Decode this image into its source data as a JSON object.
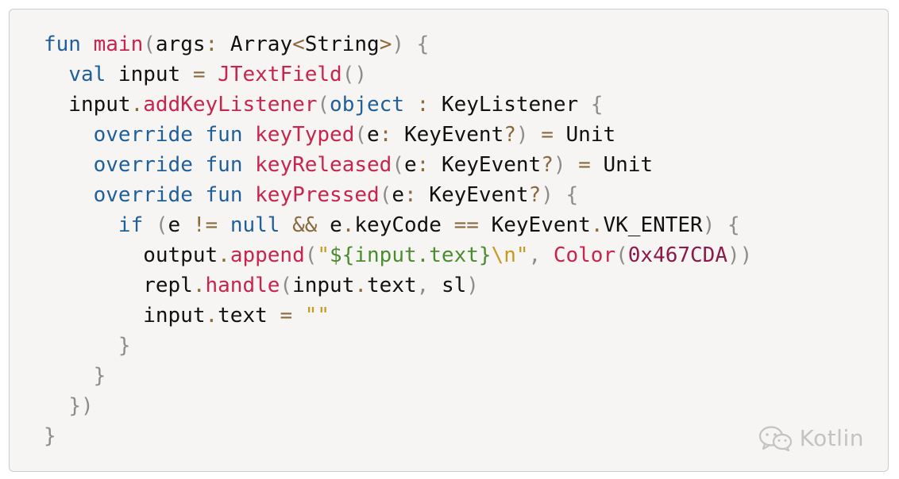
{
  "code": {
    "lines": [
      [
        {
          "c": "kw",
          "t": "fun"
        },
        {
          "c": "id",
          "t": " "
        },
        {
          "c": "fn",
          "t": "main"
        },
        {
          "c": "pn",
          "t": "("
        },
        {
          "c": "id",
          "t": "args"
        },
        {
          "c": "op",
          "t": ":"
        },
        {
          "c": "id",
          "t": " Array"
        },
        {
          "c": "op",
          "t": "<"
        },
        {
          "c": "id",
          "t": "String"
        },
        {
          "c": "op",
          "t": ">"
        },
        {
          "c": "pn",
          "t": ")"
        },
        {
          "c": "id",
          "t": " "
        },
        {
          "c": "pn",
          "t": "{"
        }
      ],
      [
        {
          "c": "id",
          "t": "  "
        },
        {
          "c": "kw",
          "t": "val"
        },
        {
          "c": "id",
          "t": " input "
        },
        {
          "c": "op",
          "t": "="
        },
        {
          "c": "id",
          "t": " "
        },
        {
          "c": "fn",
          "t": "JTextField"
        },
        {
          "c": "pn",
          "t": "()"
        }
      ],
      [
        {
          "c": "id",
          "t": "  input"
        },
        {
          "c": "op",
          "t": "."
        },
        {
          "c": "fn",
          "t": "addKeyListener"
        },
        {
          "c": "pn",
          "t": "("
        },
        {
          "c": "kw",
          "t": "object"
        },
        {
          "c": "id",
          "t": " "
        },
        {
          "c": "op",
          "t": ":"
        },
        {
          "c": "id",
          "t": " KeyListener "
        },
        {
          "c": "pn",
          "t": "{"
        }
      ],
      [
        {
          "c": "id",
          "t": "    "
        },
        {
          "c": "kw",
          "t": "override"
        },
        {
          "c": "id",
          "t": " "
        },
        {
          "c": "kw",
          "t": "fun"
        },
        {
          "c": "id",
          "t": " "
        },
        {
          "c": "fn",
          "t": "keyTyped"
        },
        {
          "c": "pn",
          "t": "("
        },
        {
          "c": "id",
          "t": "e"
        },
        {
          "c": "op",
          "t": ":"
        },
        {
          "c": "id",
          "t": " KeyEvent"
        },
        {
          "c": "op",
          "t": "?"
        },
        {
          "c": "pn",
          "t": ")"
        },
        {
          "c": "id",
          "t": " "
        },
        {
          "c": "op",
          "t": "="
        },
        {
          "c": "id",
          "t": " Unit"
        }
      ],
      [
        {
          "c": "id",
          "t": "    "
        },
        {
          "c": "kw",
          "t": "override"
        },
        {
          "c": "id",
          "t": " "
        },
        {
          "c": "kw",
          "t": "fun"
        },
        {
          "c": "id",
          "t": " "
        },
        {
          "c": "fn",
          "t": "keyReleased"
        },
        {
          "c": "pn",
          "t": "("
        },
        {
          "c": "id",
          "t": "e"
        },
        {
          "c": "op",
          "t": ":"
        },
        {
          "c": "id",
          "t": " KeyEvent"
        },
        {
          "c": "op",
          "t": "?"
        },
        {
          "c": "pn",
          "t": ")"
        },
        {
          "c": "id",
          "t": " "
        },
        {
          "c": "op",
          "t": "="
        },
        {
          "c": "id",
          "t": " Unit"
        }
      ],
      [
        {
          "c": "id",
          "t": "    "
        },
        {
          "c": "kw",
          "t": "override"
        },
        {
          "c": "id",
          "t": " "
        },
        {
          "c": "kw",
          "t": "fun"
        },
        {
          "c": "id",
          "t": " "
        },
        {
          "c": "fn",
          "t": "keyPressed"
        },
        {
          "c": "pn",
          "t": "("
        },
        {
          "c": "id",
          "t": "e"
        },
        {
          "c": "op",
          "t": ":"
        },
        {
          "c": "id",
          "t": " KeyEvent"
        },
        {
          "c": "op",
          "t": "?"
        },
        {
          "c": "pn",
          "t": ")"
        },
        {
          "c": "id",
          "t": " "
        },
        {
          "c": "pn",
          "t": "{"
        }
      ],
      [
        {
          "c": "id",
          "t": "      "
        },
        {
          "c": "kw",
          "t": "if"
        },
        {
          "c": "id",
          "t": " "
        },
        {
          "c": "pn",
          "t": "("
        },
        {
          "c": "id",
          "t": "e "
        },
        {
          "c": "op",
          "t": "!="
        },
        {
          "c": "id",
          "t": " "
        },
        {
          "c": "kw",
          "t": "null"
        },
        {
          "c": "id",
          "t": " "
        },
        {
          "c": "op",
          "t": "&&"
        },
        {
          "c": "id",
          "t": " e"
        },
        {
          "c": "op",
          "t": "."
        },
        {
          "c": "id",
          "t": "keyCode "
        },
        {
          "c": "op",
          "t": "=="
        },
        {
          "c": "id",
          "t": " KeyEvent"
        },
        {
          "c": "op",
          "t": "."
        },
        {
          "c": "id",
          "t": "VK_ENTER"
        },
        {
          "c": "pn",
          "t": ")"
        },
        {
          "c": "id",
          "t": " "
        },
        {
          "c": "pn",
          "t": "{"
        }
      ],
      [
        {
          "c": "id",
          "t": "        output"
        },
        {
          "c": "op",
          "t": "."
        },
        {
          "c": "fn",
          "t": "append"
        },
        {
          "c": "pn",
          "t": "("
        },
        {
          "c": "str",
          "t": "\""
        },
        {
          "c": "interp",
          "t": "${input.text}"
        },
        {
          "c": "str",
          "t": "\\n\""
        },
        {
          "c": "pn",
          "t": ","
        },
        {
          "c": "id",
          "t": " "
        },
        {
          "c": "fn",
          "t": "Color"
        },
        {
          "c": "pn",
          "t": "("
        },
        {
          "c": "num",
          "t": "0x467CDA"
        },
        {
          "c": "pn",
          "t": "))"
        }
      ],
      [
        {
          "c": "id",
          "t": "        repl"
        },
        {
          "c": "op",
          "t": "."
        },
        {
          "c": "fn",
          "t": "handle"
        },
        {
          "c": "pn",
          "t": "("
        },
        {
          "c": "id",
          "t": "input"
        },
        {
          "c": "op",
          "t": "."
        },
        {
          "c": "id",
          "t": "text"
        },
        {
          "c": "pn",
          "t": ","
        },
        {
          "c": "id",
          "t": " sl"
        },
        {
          "c": "pn",
          "t": ")"
        }
      ],
      [
        {
          "c": "id",
          "t": "        input"
        },
        {
          "c": "op",
          "t": "."
        },
        {
          "c": "id",
          "t": "text "
        },
        {
          "c": "op",
          "t": "="
        },
        {
          "c": "id",
          "t": " "
        },
        {
          "c": "str",
          "t": "\"\""
        }
      ],
      [
        {
          "c": "id",
          "t": "      "
        },
        {
          "c": "pn",
          "t": "}"
        }
      ],
      [
        {
          "c": "id",
          "t": "    "
        },
        {
          "c": "pn",
          "t": "}"
        }
      ],
      [
        {
          "c": "id",
          "t": "  "
        },
        {
          "c": "pn",
          "t": "})"
        }
      ],
      [
        {
          "c": "pn",
          "t": "}"
        }
      ]
    ]
  },
  "watermark": {
    "icon": "wechat-icon",
    "text": "Kotlin"
  },
  "colors": {
    "keyword": "#1f5f9a",
    "function": "#c7254e",
    "operator": "#8a6a3c",
    "punctuation": "#8c8c8c",
    "string": "#c59a1e",
    "interpolation": "#4a8d2e",
    "number": "#8b1a4a",
    "background": "#f7f5f3"
  }
}
